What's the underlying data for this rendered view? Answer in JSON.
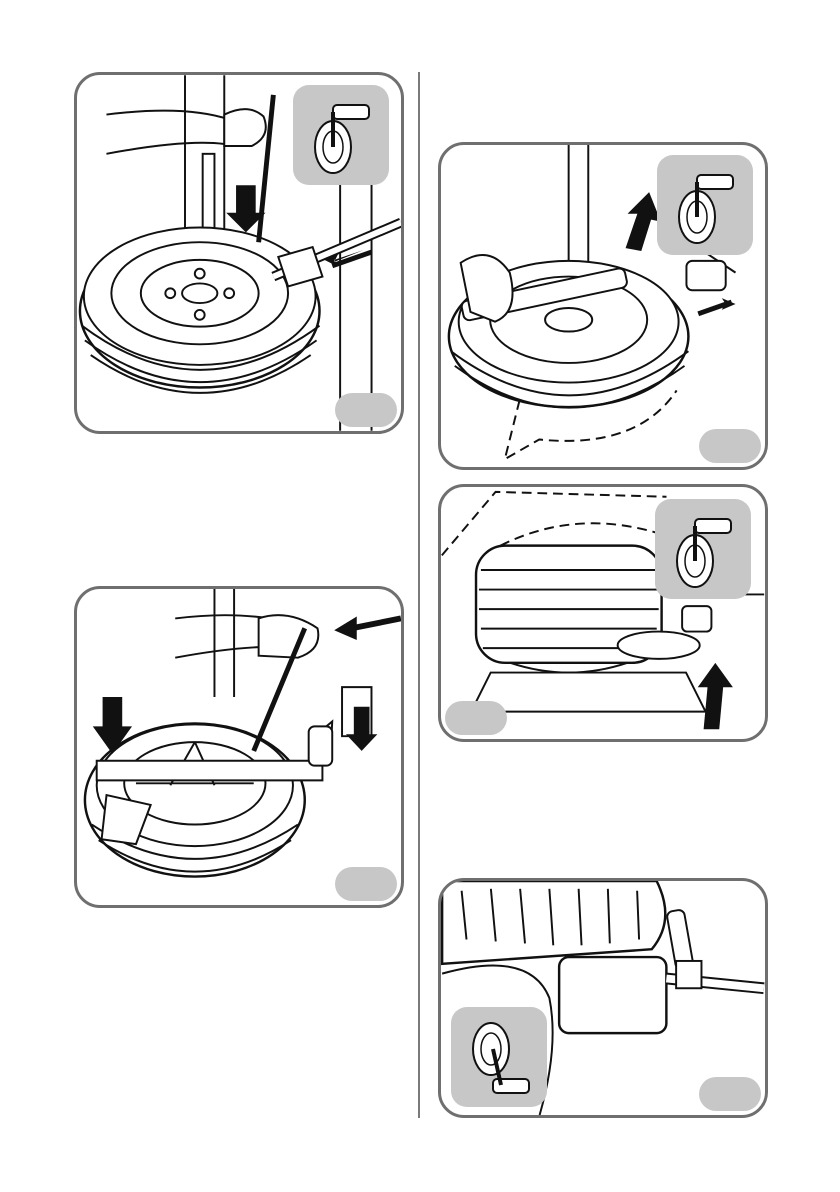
{
  "page": {
    "colors": {
      "frame": "#6f6f6f",
      "badge": "#c7c7c7",
      "ink": "#111111",
      "paper": "#ffffff"
    }
  },
  "figures": [
    {
      "id": "fig-a",
      "badge_label": "",
      "icon": "roller-tool-icon",
      "scene": "wheel-on-turntable-bead-loosening"
    },
    {
      "id": "fig-b",
      "badge_label": "",
      "icon": "roller-tool-icon",
      "scene": "lever-lifting-bead-wheel-rotating"
    },
    {
      "id": "fig-c",
      "badge_label": "",
      "icon": "roller-tool-icon",
      "scene": "lower-bead-roller-pushing-up"
    },
    {
      "id": "fig-d",
      "badge_label": "",
      "icon": "none",
      "scene": "alloy-wheel-with-helper-arm"
    },
    {
      "id": "fig-e",
      "badge_label": "",
      "icon": "roller-tool-icon",
      "scene": "closeup-roller-under-tyre"
    }
  ]
}
